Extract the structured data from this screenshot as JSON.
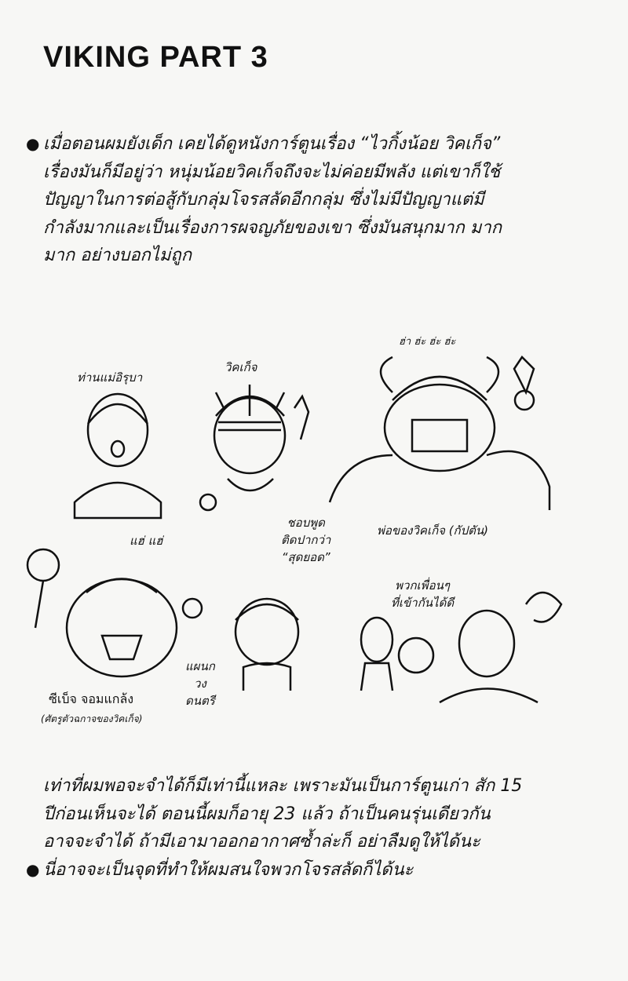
{
  "title": "VIKING PART 3",
  "intro": {
    "lines": [
      "เมื่อตอนผมยังเด็ก เคยได้ดูหนังการ์ตูนเรื่อง “ไวกิ้งน้อย วิคเก็จ”",
      "เรื่องมันก็มีอยู่ว่า หนุ่มน้อยวิคเก็จถึงจะไม่ค่อยมีพลัง แต่เขาก็ใช้",
      "ปัญญาในการต่อสู้กับกลุ่มโจรสลัดอีกกลุ่ม  ซึ่งไม่มีปัญญาแต่มี",
      "กำลังมากและเป็นเรื่องการผจญภัยของเขา ซึ่งมันสนุกมาก มาก",
      "มาก อย่างบอกไม่ถูก"
    ]
  },
  "illustration": {
    "labels": {
      "mother": "ท่านแม่อิรุบา",
      "vicke": "วิคเก็จ",
      "laugh": "ฮ่า ฮ่ะ ฮ่ะ ฮ่ะ",
      "hehe": "แฮ่ แฮ่",
      "catchphrase": [
        "ชอบพูด",
        "ติดปากว่า",
        "“สุดยอด”"
      ],
      "father": "พ่อของวิคเก็จ (กัปตัน)",
      "friends": [
        "พวกเพื่อนๆ",
        "ที่เข้ากันได้ดี"
      ],
      "music": [
        "แผนก",
        "วง",
        "ดนตรี"
      ],
      "enemy": "ซีเบ็จ จอมแกล้ง",
      "enemy_note": "(ศัตรูตัวฉกาจของวิคเก็จ)"
    }
  },
  "outro": {
    "lines": [
      "เท่าที่ผมพอจะจำได้ก็มีเท่านี้แหละ เพราะมันเป็นการ์ตูนเก่า สัก 15",
      "ปีก่อนเห็นจะได้ ตอนนี้ผมก็อายุ 23 แล้ว ถ้าเป็นคนรุ่นเดียวกัน",
      "อาจจะจำได้ ถ้ามีเอามาออกอากาศซ้ำล่ะก็ อย่าลืมดูให้ได้นะ"
    ],
    "last_bullet": "นี่อาจจะเป็นจุดที่ทำให้ผมสนใจพวกโจรสลัดก็ได้นะ"
  }
}
